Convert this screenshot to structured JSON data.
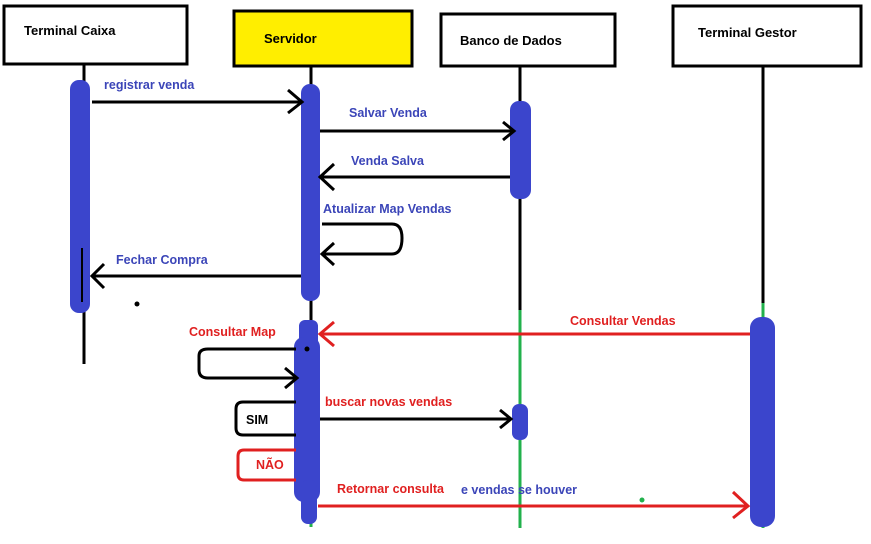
{
  "actors": {
    "terminal_caixa": "Terminal Caixa",
    "servidor": "Servidor",
    "banco_de_dados": "Banco de Dados",
    "terminal_gestor": "Terminal Gestor"
  },
  "messages": {
    "registrar_venda": "registrar venda",
    "salvar_venda": "Salvar Venda",
    "venda_salva": "Venda Salva",
    "atualizar_map": "Atualizar Map Vendas",
    "fechar_compra": "Fechar Compra",
    "consultar_vendas": "Consultar Vendas",
    "consultar_map": "Consultar Map",
    "buscar_novas_vendas": "buscar novas vendas",
    "sim": "SIM",
    "nao": "NÃO",
    "retornar_consulta": "Retornar consulta",
    "e_vendas_se_houver": "e vendas se houver"
  },
  "colors": {
    "activation": "#3b45cc",
    "servidor_fill": "#ffee00",
    "red_flow": "#e02020",
    "green_lifeline": "#22b14c",
    "black": "#000000"
  }
}
